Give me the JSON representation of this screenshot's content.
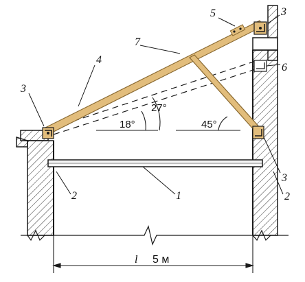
{
  "diagram": {
    "labels": {
      "n1": "1",
      "n2_left": "2",
      "n2_right": "2",
      "n3_left": "3",
      "n3_top_right": "3",
      "n3_bottom_right": "3",
      "n4": "4",
      "n5": "5",
      "n6": "6",
      "n7": "7"
    },
    "angles": {
      "a18": "18°",
      "a27": "27°",
      "a45": "45°"
    },
    "dimension": {
      "symbol": "l",
      "value": "5 м"
    },
    "colors": {
      "rafter": "#e2bd7c",
      "rafter_edge": "#8a6a32",
      "line": "#1a1a1a",
      "plate": "#e2bd7c"
    }
  }
}
